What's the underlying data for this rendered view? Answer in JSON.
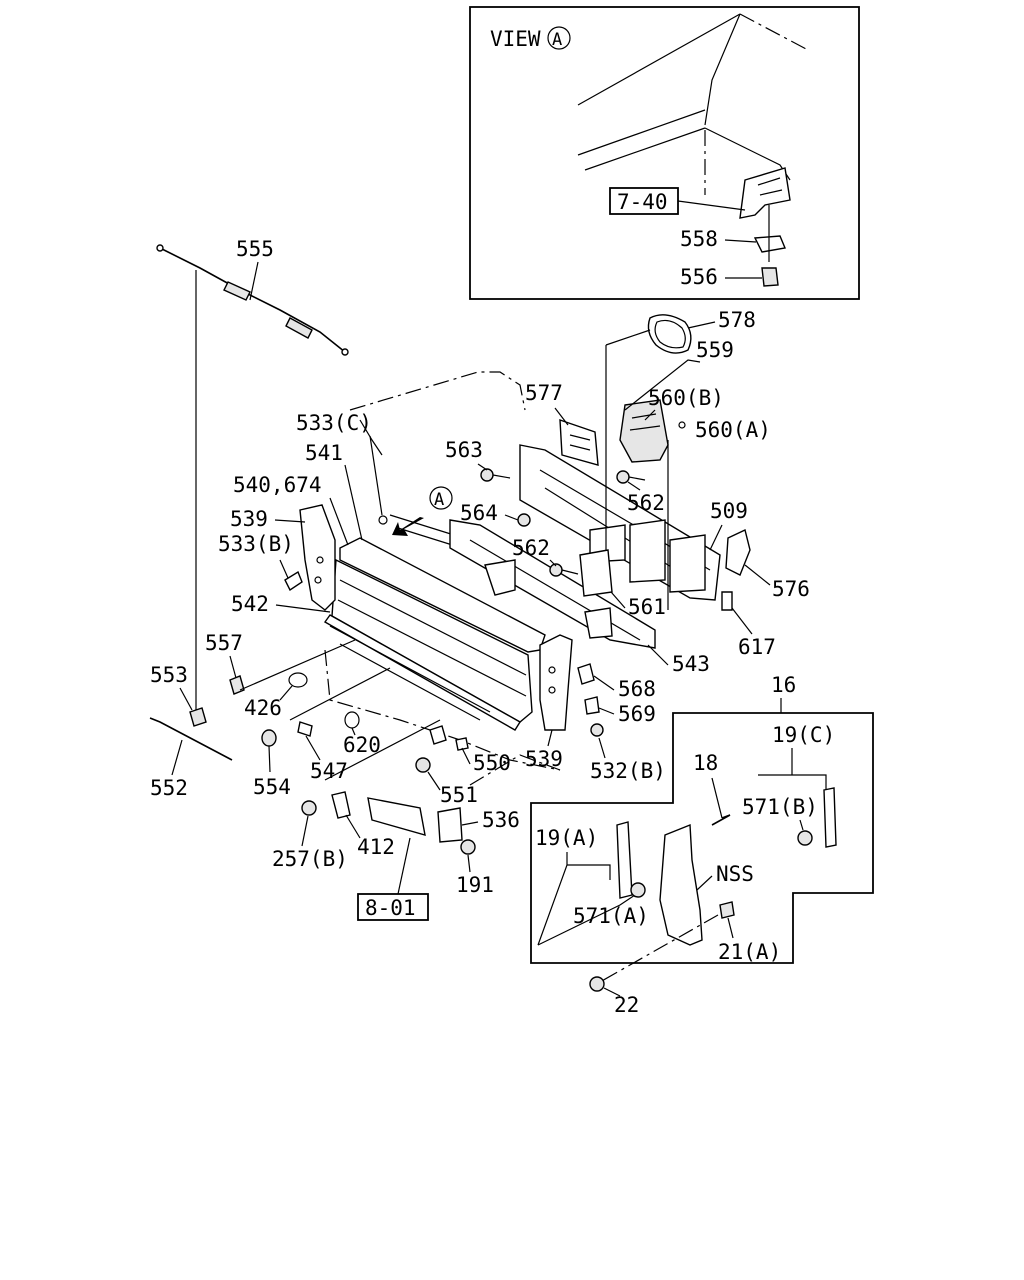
{
  "view_label": "VIEW",
  "view_circle": "A",
  "callouts": {
    "c555": "555",
    "c533c": "533(C)",
    "c541": "541",
    "c540": "540,674",
    "c539a": "539",
    "c533b": "533(B)",
    "c542": "542",
    "c557": "557",
    "c553": "553",
    "c426": "426",
    "c620": "620",
    "c547": "547",
    "c554": "554",
    "c552": "552",
    "c550": "550",
    "c539b": "539",
    "c532b": "532(B)",
    "c551": "551",
    "c536": "536",
    "c412": "412",
    "c257b": "257(B)",
    "c191": "191",
    "c801": "8-01",
    "c563": "563",
    "c564": "564",
    "c577": "577",
    "c562a": "562",
    "c562b": "562",
    "c561": "561",
    "c543": "543",
    "c578": "578",
    "c559": "559",
    "c560b": "560(B)",
    "c560a": "560(A)",
    "c509": "509",
    "c576": "576",
    "c617": "617",
    "c568": "568",
    "c569": "569",
    "c740": "7-40",
    "c558": "558",
    "c556": "556",
    "c16": "16",
    "c19c": "19(C)",
    "c18": "18",
    "c571b": "571(B)",
    "c19a": "19(A)",
    "c571a": "571(A)",
    "cnss": "NSS",
    "c21a": "21(A)",
    "c22": "22",
    "circle_a": "A"
  }
}
